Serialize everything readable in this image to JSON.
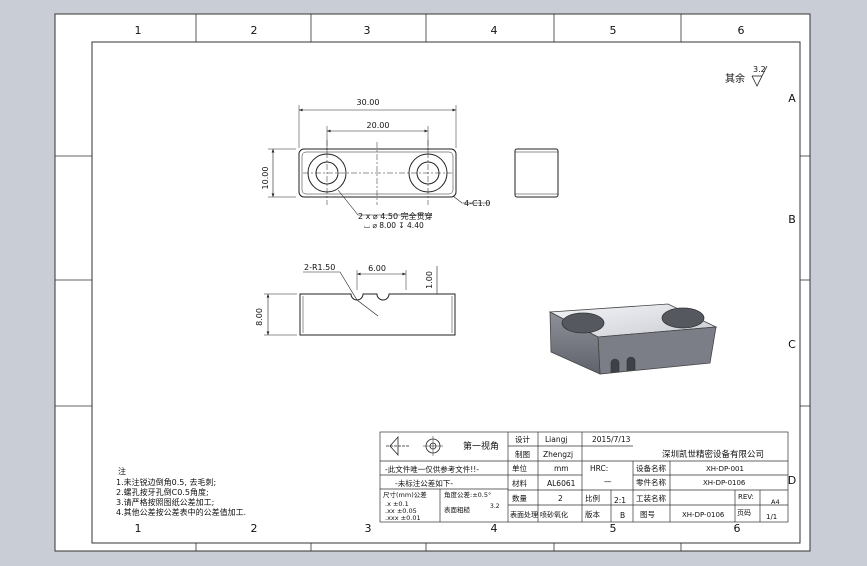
{
  "sheet": {
    "columns": [
      "1",
      "2",
      "3",
      "4",
      "5",
      "6"
    ],
    "rows": [
      "A",
      "B",
      "C",
      "D"
    ]
  },
  "roughness": {
    "label": "其余",
    "value": "3.2"
  },
  "top_view": {
    "dim_overall_width": "30.00",
    "dim_hole_spacing": "20.00",
    "dim_height": "10.00",
    "hole_callout_line1": "2 x ⌀ 4.50 完全贯穿",
    "hole_callout_line2": "⌴ ⌀ 8.00 ↧ 4.40",
    "chamfer": "4-C1.0"
  },
  "front_view": {
    "radius": "2-R1.50",
    "slot_spacing": "6.00",
    "slot_depth": "1.00",
    "thickness": "8.00"
  },
  "notes": {
    "title": "注",
    "lines": [
      "1.未注锐边倒角0.5, 去毛刺;",
      "2.螺孔按牙孔倒C0.5角度;",
      "3.请严格按照图纸公差加工;",
      "4.其他公差按公差表中的公差值加工."
    ]
  },
  "title_block": {
    "projection": "第一视角",
    "design_label": "设计",
    "designer": "Liangj",
    "date": "2015/7/13",
    "draw_label": "制图",
    "drafter": "Zhengzj",
    "company": "深圳凯世精密设备有限公司",
    "warning1": "-此文件唯一仅供参考文件!!-",
    "warning2": "-未标注公差如下-",
    "tol_header": "尺寸(mm)公差",
    "tol_angle": "角度公差:±0.5°",
    "tol_rows": [
      ".x    ±0.1",
      ".xx   ±0.05",
      ".xxx  ±0.01"
    ],
    "surface_label": "表面粗糙",
    "surface_value": "3.2",
    "unit_label": "单位",
    "unit_value": "mm",
    "hrc_label": "HRC:",
    "hrc_value": "—",
    "material_label": "材料",
    "material_value": "AL6061",
    "qty_label": "数量",
    "qty_value": "2",
    "scale_label": "比例",
    "scale_value": "2:1",
    "treatment_label": "表面处理",
    "treatment_value": "喷砂氧化",
    "version_label": "版本",
    "version_value": "B",
    "equip_label": "设备名称",
    "equip_value": "XH-DP-001",
    "part_label": "零件名称",
    "part_value": "XH-DP-0106",
    "station_label": "工装名称",
    "rev_label": "REV:",
    "rev_value": "A4",
    "drawing_no_label": "图号",
    "drawing_no_value": "XH-DP-0106",
    "page_label": "页码",
    "page_value": "1/1"
  }
}
